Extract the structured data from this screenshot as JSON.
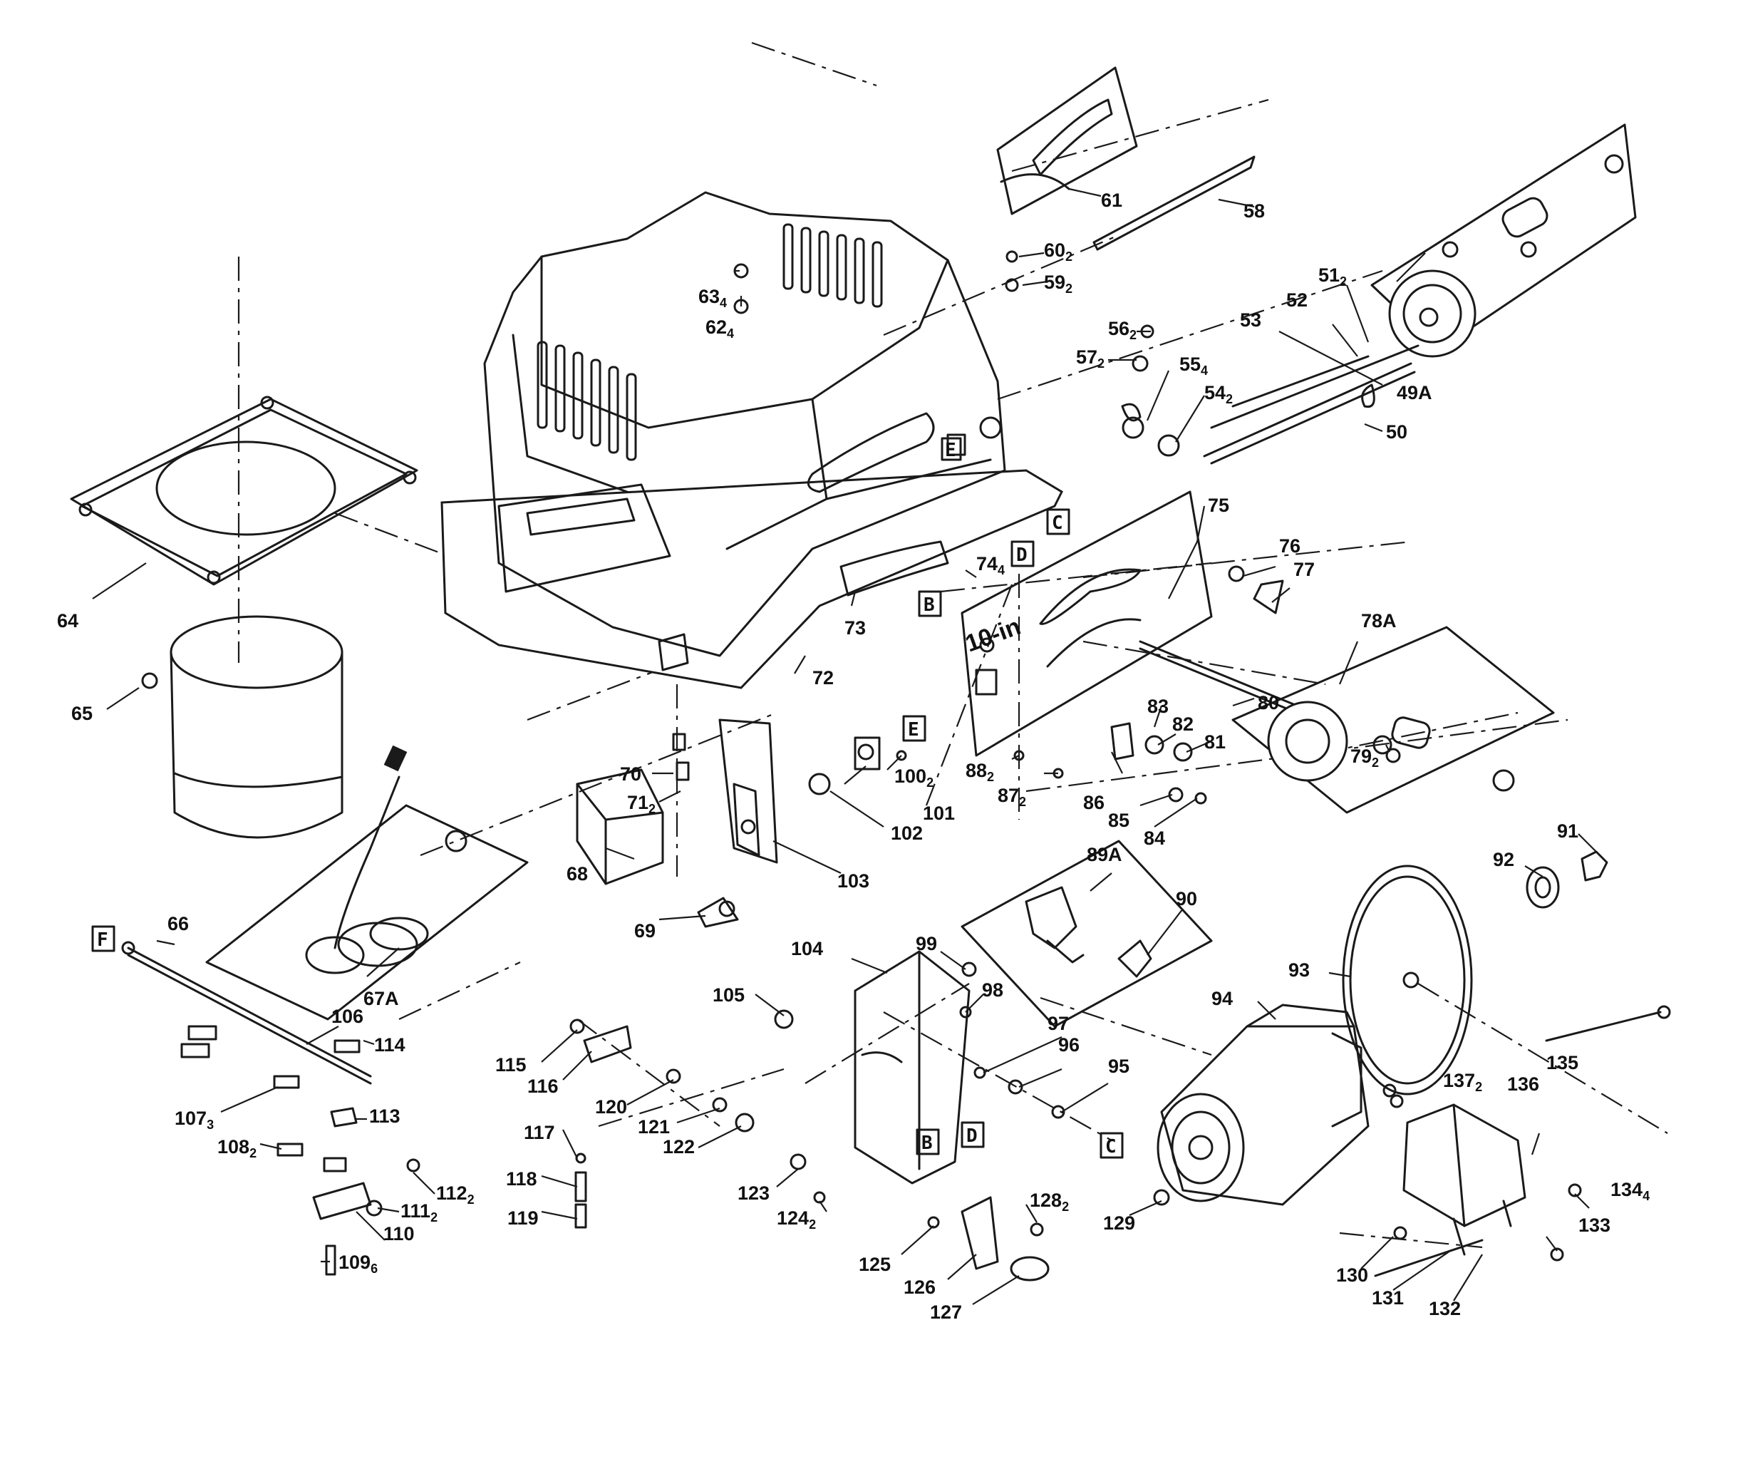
{
  "diagram": {
    "plate_text": "10-in",
    "callouts": [
      {
        "id": "c49A",
        "label": "49A",
        "sub": ""
      },
      {
        "id": "c50",
        "label": "50",
        "sub": ""
      },
      {
        "id": "c51",
        "label": "51",
        "sub": "2"
      },
      {
        "id": "c52",
        "label": "52",
        "sub": ""
      },
      {
        "id": "c53",
        "label": "53",
        "sub": ""
      },
      {
        "id": "c54",
        "label": "54",
        "sub": "2"
      },
      {
        "id": "c55",
        "label": "55",
        "sub": "4"
      },
      {
        "id": "c56",
        "label": "56",
        "sub": "2"
      },
      {
        "id": "c57",
        "label": "57",
        "sub": "2"
      },
      {
        "id": "c58",
        "label": "58",
        "sub": ""
      },
      {
        "id": "c59",
        "label": "59",
        "sub": "2"
      },
      {
        "id": "c60",
        "label": "60",
        "sub": "2"
      },
      {
        "id": "c61",
        "label": "61",
        "sub": ""
      },
      {
        "id": "c62",
        "label": "62",
        "sub": "4"
      },
      {
        "id": "c63",
        "label": "63",
        "sub": "4"
      },
      {
        "id": "c64a",
        "label": "64",
        "sub": ""
      },
      {
        "id": "c65",
        "label": "65",
        "sub": ""
      },
      {
        "id": "c66",
        "label": "66",
        "sub": ""
      },
      {
        "id": "c67A",
        "label": "67A",
        "sub": ""
      },
      {
        "id": "c68",
        "label": "68",
        "sub": ""
      },
      {
        "id": "c69",
        "label": "69",
        "sub": ""
      },
      {
        "id": "c70",
        "label": "70",
        "sub": ""
      },
      {
        "id": "c71",
        "label": "71",
        "sub": "2"
      },
      {
        "id": "c72",
        "label": "72",
        "sub": ""
      },
      {
        "id": "c73",
        "label": "73",
        "sub": ""
      },
      {
        "id": "c74",
        "label": "74",
        "sub": "4"
      },
      {
        "id": "c75",
        "label": "75",
        "sub": ""
      },
      {
        "id": "c76",
        "label": "76",
        "sub": ""
      },
      {
        "id": "c77",
        "label": "77",
        "sub": ""
      },
      {
        "id": "c78A",
        "label": "78A",
        "sub": ""
      },
      {
        "id": "c79",
        "label": "79",
        "sub": "2"
      },
      {
        "id": "c80",
        "label": "80",
        "sub": ""
      },
      {
        "id": "c81",
        "label": "81",
        "sub": ""
      },
      {
        "id": "c82",
        "label": "82",
        "sub": ""
      },
      {
        "id": "c83",
        "label": "83",
        "sub": ""
      },
      {
        "id": "c64b",
        "label": "84",
        "sub": ""
      },
      {
        "id": "c85",
        "label": "85",
        "sub": ""
      },
      {
        "id": "c86",
        "label": "86",
        "sub": ""
      },
      {
        "id": "c87",
        "label": "87",
        "sub": "2"
      },
      {
        "id": "c88",
        "label": "88",
        "sub": "2"
      },
      {
        "id": "c89A",
        "label": "89A",
        "sub": ""
      },
      {
        "id": "c90",
        "label": "90",
        "sub": ""
      },
      {
        "id": "c91",
        "label": "91",
        "sub": ""
      },
      {
        "id": "c92",
        "label": "92",
        "sub": ""
      },
      {
        "id": "c93",
        "label": "93",
        "sub": ""
      },
      {
        "id": "c94",
        "label": "94",
        "sub": ""
      },
      {
        "id": "c95",
        "label": "95",
        "sub": ""
      },
      {
        "id": "c96",
        "label": "96",
        "sub": ""
      },
      {
        "id": "c97",
        "label": "97",
        "sub": ""
      },
      {
        "id": "c98",
        "label": "98",
        "sub": ""
      },
      {
        "id": "c99",
        "label": "99",
        "sub": ""
      },
      {
        "id": "c100",
        "label": "100",
        "sub": "2"
      },
      {
        "id": "c101",
        "label": "101",
        "sub": ""
      },
      {
        "id": "c102",
        "label": "102",
        "sub": ""
      },
      {
        "id": "c103",
        "label": "103",
        "sub": ""
      },
      {
        "id": "c104",
        "label": "104",
        "sub": ""
      },
      {
        "id": "c105",
        "label": "105",
        "sub": ""
      },
      {
        "id": "c106",
        "label": "106",
        "sub": ""
      },
      {
        "id": "c107",
        "label": "107",
        "sub": "3"
      },
      {
        "id": "c108",
        "label": "108",
        "sub": "2"
      },
      {
        "id": "c109",
        "label": "109",
        "sub": "6"
      },
      {
        "id": "c110",
        "label": "110",
        "sub": ""
      },
      {
        "id": "c111",
        "label": "111",
        "sub": "2"
      },
      {
        "id": "c112",
        "label": "112",
        "sub": "2"
      },
      {
        "id": "c113",
        "label": "113",
        "sub": ""
      },
      {
        "id": "c114",
        "label": "114",
        "sub": ""
      },
      {
        "id": "c115",
        "label": "115",
        "sub": ""
      },
      {
        "id": "c116",
        "label": "116",
        "sub": ""
      },
      {
        "id": "c117",
        "label": "117",
        "sub": ""
      },
      {
        "id": "c118",
        "label": "118",
        "sub": ""
      },
      {
        "id": "c119",
        "label": "119",
        "sub": ""
      },
      {
        "id": "c120",
        "label": "120",
        "sub": ""
      },
      {
        "id": "c121",
        "label": "121",
        "sub": ""
      },
      {
        "id": "c122",
        "label": "122",
        "sub": ""
      },
      {
        "id": "c123",
        "label": "123",
        "sub": ""
      },
      {
        "id": "c124",
        "label": "124",
        "sub": "2"
      },
      {
        "id": "c125",
        "label": "125",
        "sub": ""
      },
      {
        "id": "c126",
        "label": "126",
        "sub": ""
      },
      {
        "id": "c127",
        "label": "127",
        "sub": ""
      },
      {
        "id": "c128",
        "label": "128",
        "sub": "2"
      },
      {
        "id": "c129",
        "label": "129",
        "sub": ""
      },
      {
        "id": "c130",
        "label": "130",
        "sub": ""
      },
      {
        "id": "c131",
        "label": "131",
        "sub": ""
      },
      {
        "id": "c132",
        "label": "132",
        "sub": ""
      },
      {
        "id": "c133",
        "label": "133",
        "sub": ""
      },
      {
        "id": "c134",
        "label": "134",
        "sub": "4"
      },
      {
        "id": "c135",
        "label": "135",
        "sub": ""
      },
      {
        "id": "c136",
        "label": "136",
        "sub": ""
      },
      {
        "id": "c137",
        "label": "137",
        "sub": "2"
      }
    ],
    "reference_boxes": [
      {
        "id": "bC1",
        "letter": "C"
      },
      {
        "id": "bD1",
        "letter": "D"
      },
      {
        "id": "bB1",
        "letter": "B"
      },
      {
        "id": "bE1",
        "letter": "E"
      },
      {
        "id": "bE2",
        "letter": "E"
      },
      {
        "id": "bF1",
        "letter": "F"
      },
      {
        "id": "bB2",
        "letter": "B"
      },
      {
        "id": "bD2",
        "letter": "D"
      },
      {
        "id": "bC2",
        "letter": "C"
      }
    ]
  }
}
